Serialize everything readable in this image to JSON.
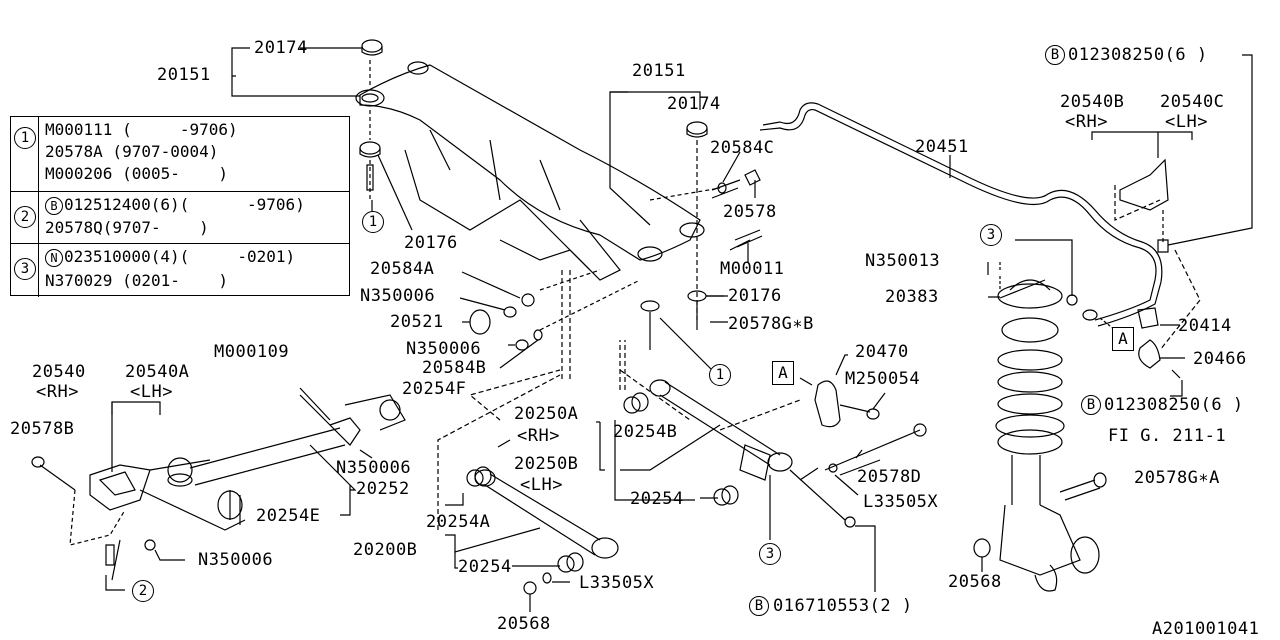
{
  "diagram": {
    "type": "exploded parts diagram",
    "subject": "Rear suspension crossmember, lateral links, stabilizer and strut",
    "figure_code": "A201001041",
    "legend": [
      {
        "ref": "1",
        "lines": [
          "M000111 (     -9706)",
          "20578A (9707-0004)",
          "M000206 (0005-    )"
        ]
      },
      {
        "ref": "2",
        "prefix": "B",
        "lines": [
          "012512400(6)(      -9706)",
          "20578Q(9707-    )"
        ]
      },
      {
        "ref": "3",
        "prefix": "N",
        "lines": [
          "023510000(4)(     -0201)",
          "N370029 (0201-    )"
        ]
      }
    ],
    "labels": {
      "p20151_left": "20151",
      "p20174_left": "20174",
      "p20176_left": "20176",
      "p20151_mid": "20151",
      "p20174_mid": "20174",
      "p20584C": "20584C",
      "p20578": "20578",
      "p20451": "20451",
      "pB012308250_top": "012308250(6 )",
      "p20540B": "20540B",
      "p20540B_side": "<RH>",
      "p20540C": "20540C",
      "p20540C_side": "<LH>",
      "pM00011": "M00011",
      "p20584A": "20584A",
      "pN350006_a": "N350006",
      "p20521": "20521",
      "pN350006_b": "N350006",
      "p20584B": "20584B",
      "p20176_mid": "20176",
      "p20578GB": "20578G∗B",
      "pN350013": "N350013",
      "p20383": "20383",
      "p20414": "20414",
      "p20466": "20466",
      "pB012308250_right": "012308250(6 )",
      "pFIG": "FI G. 211-1",
      "p20470": "20470",
      "pM250054": "M250054",
      "p20578D": "20578D",
      "pL33505X_right": "L33505X",
      "p20578GA": "20578G∗A",
      "p20568_right": "20568",
      "pB016710553": "016710553(2 )",
      "p20540": "20540",
      "p20540_side": "<RH>",
      "p20540A": "20540A",
      "p20540A_side": "<LH>",
      "pM000109": "M000109",
      "p20254F": "20254F",
      "p20578B": "20578B",
      "pN350006_c": "N350006",
      "p20252": "20252",
      "p20254E": "20254E",
      "pN350006_d": "N350006",
      "p20250A": "20250A",
      "p20250A_side": "<RH>",
      "p20250B": "20250B",
      "p20250B_side": "<LH>",
      "p20254B": "20254B",
      "p20254_mid": "20254",
      "p20254A": "20254A",
      "p20200B": "20200B",
      "p20254_low": "20254",
      "pL33505X_low": "L33505X",
      "p20568_low": "20568"
    },
    "callouts": {
      "ref1": "1",
      "ref2": "2",
      "ref3": "3",
      "boxA": "A",
      "B": "B",
      "N": "N"
    }
  }
}
